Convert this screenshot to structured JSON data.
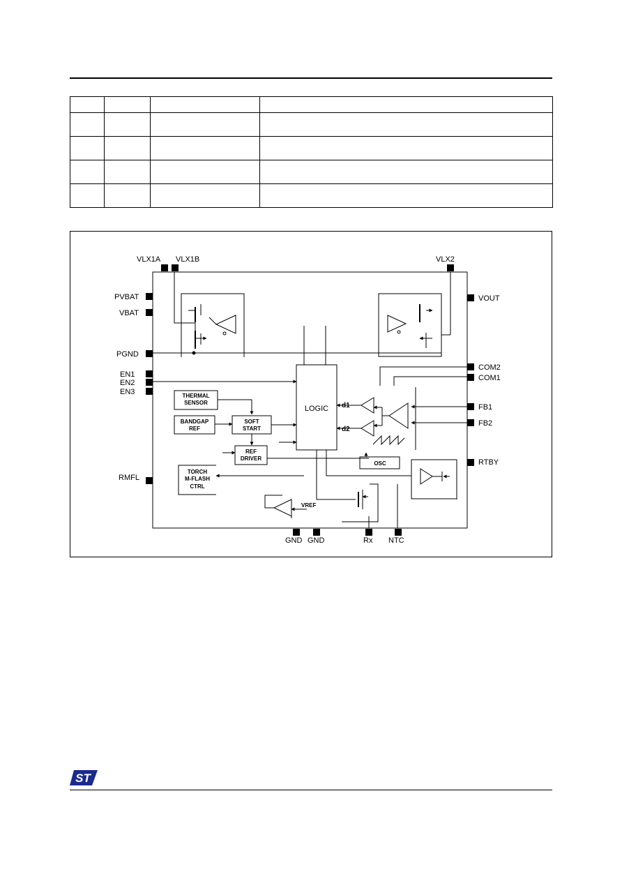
{
  "table": {
    "rows": [
      [
        "",
        "",
        "",
        ""
      ],
      [
        "",
        "",
        "",
        ""
      ],
      [
        "",
        "",
        "",
        ""
      ],
      [
        "",
        "",
        "",
        ""
      ],
      [
        "",
        "",
        "",
        ""
      ]
    ]
  },
  "diagram": {
    "pins": {
      "vlx1a": "VLX1A",
      "vlx1b": "VLX1B",
      "vlx2": "VLX2",
      "pvbat": "PVBAT",
      "vbat": "VBAT",
      "pgnd": "PGND",
      "en1": "EN1",
      "en2": "EN2",
      "en3": "EN3",
      "rmfl": "RMFL",
      "vout": "VOUT",
      "com2": "COM2",
      "com1": "COM1",
      "fb1": "FB1",
      "fb2": "FB2",
      "rtby": "RTBY",
      "gnd1": "GND",
      "gnd2": "GND",
      "rx": "Rx",
      "ntc": "NTC"
    },
    "blocks": {
      "thermal_1": "THERMAL",
      "thermal_2": "SENSOR",
      "bandgap_1": "BANDGAP",
      "bandgap_2": "REF",
      "soft_1": "SOFT",
      "soft_2": "START",
      "ref_1": "REF",
      "ref_2": "DRIVER",
      "torch_1": "TORCH",
      "torch_2": "M-FLASH",
      "torch_3": "CTRL",
      "logic": "LOGIC",
      "osc": "OSC",
      "d1": "d1",
      "d2": "d2",
      "vref": "VREF"
    }
  },
  "logo": {
    "icon": "st-logo-icon"
  }
}
